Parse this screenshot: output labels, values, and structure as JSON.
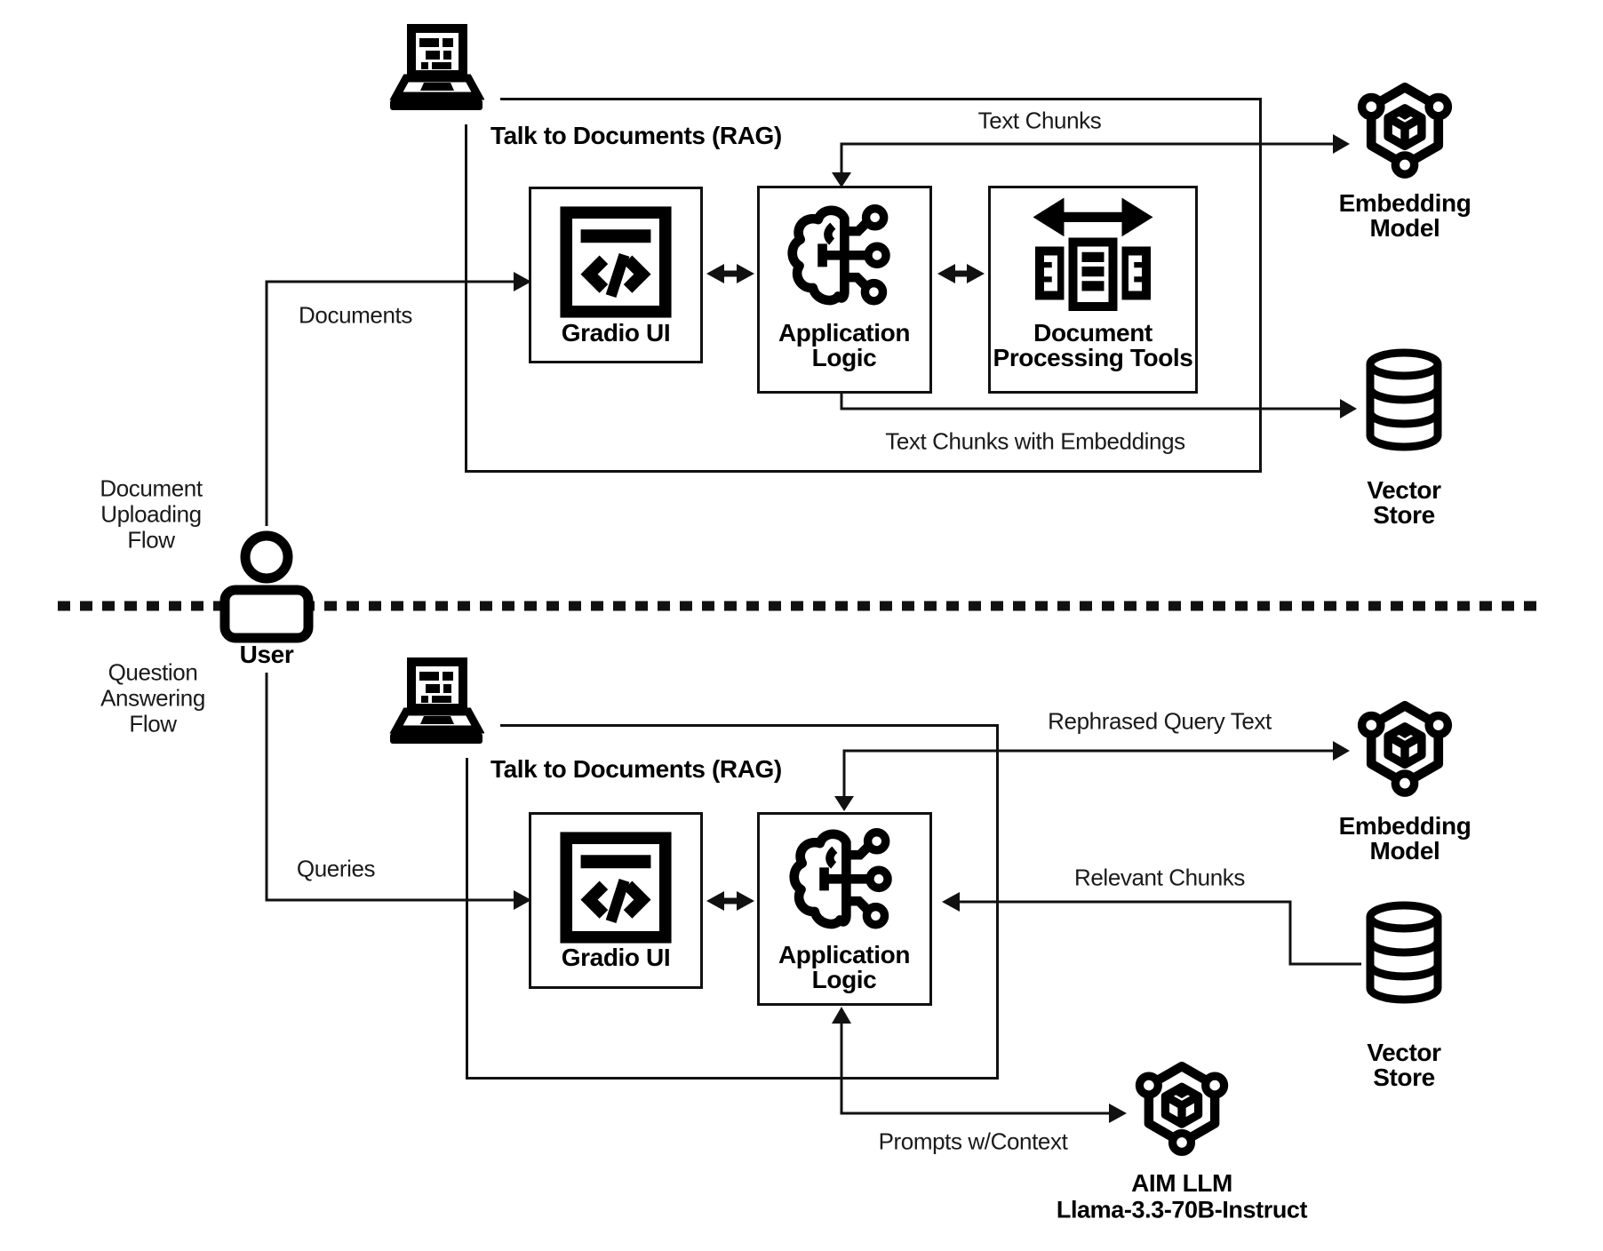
{
  "colors": {
    "ink": "#111111",
    "icon": "#000000",
    "background": "#ffffff"
  },
  "left_rail": {
    "doc_flow_label": [
      "Document",
      "Uploading",
      "Flow"
    ],
    "qa_flow_label": [
      "Question",
      "Answering",
      "Flow"
    ],
    "user_label": "User"
  },
  "upload_flow": {
    "title": "Talk to Documents (RAG)",
    "gradio": "Gradio UI",
    "app_logic": [
      "Application",
      "Logic"
    ],
    "doc_tools": [
      "Document",
      "Processing Tools"
    ],
    "embedding": [
      "Embedding",
      "Model"
    ],
    "vector": [
      "Vector",
      "Store"
    ],
    "edge_documents": "Documents",
    "edge_text_chunks": "Text Chunks",
    "edge_chunks_embeddings": "Text Chunks with Embeddings"
  },
  "qa_flow": {
    "title": "Talk to Documents (RAG)",
    "gradio": "Gradio UI",
    "app_logic": [
      "Application",
      "Logic"
    ],
    "embedding": [
      "Embedding",
      "Model"
    ],
    "vector": [
      "Vector",
      "Store"
    ],
    "llm": [
      "AIM LLM",
      "Llama-3.3-70B-Instruct"
    ],
    "edge_queries": "Queries",
    "edge_rephrased": "Rephrased Query Text",
    "edge_relevant": "Relevant Chunks",
    "edge_prompts": "Prompts w/Context"
  }
}
